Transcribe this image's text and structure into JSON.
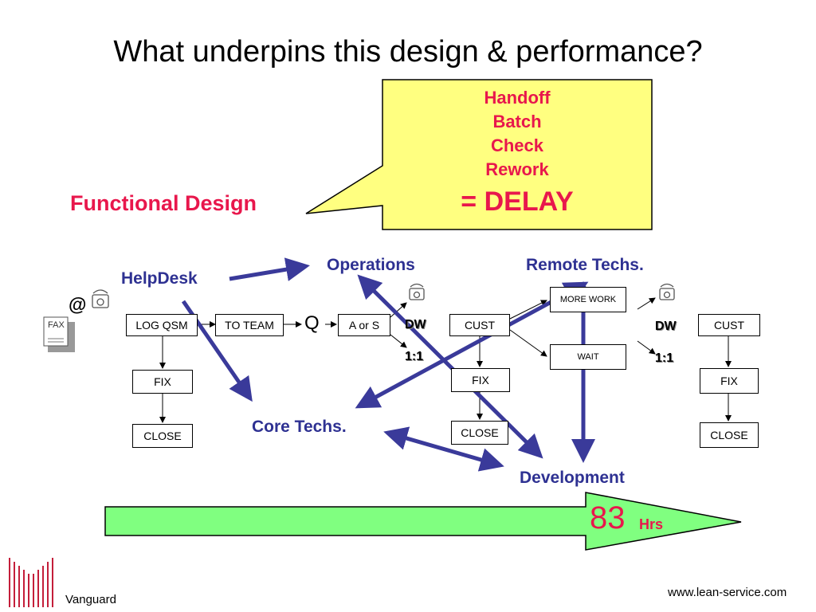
{
  "title": "What underpins this design & performance?",
  "callout": {
    "lines": [
      "Handoff",
      "Batch",
      "Check",
      "Rework"
    ],
    "result": "= DELAY",
    "fill": "#ffff80"
  },
  "functional_design_label": "Functional Design",
  "teams": {
    "helpdesk": "HelpDesk",
    "operations": "Operations",
    "remote_techs": "Remote Techs.",
    "core_techs": "Core Techs.",
    "development": "Development"
  },
  "flow1": {
    "log": "LOG QSM",
    "team": "TO TEAM",
    "queue": "Q",
    "assign": "A or S",
    "fix": "FIX",
    "close": "CLOSE"
  },
  "flow2": {
    "cust": "CUST",
    "fix": "FIX",
    "close": "CLOSE",
    "more_work": "MORE WORK",
    "wait": "WAIT"
  },
  "flow3": {
    "cust": "CUST",
    "fix": "FIX",
    "close": "CLOSE"
  },
  "markers": {
    "dw": "DW",
    "one_to_one": "1:1",
    "at_sign": "@",
    "fax_label": "FAX"
  },
  "timeline": {
    "value": "83",
    "unit": "Hrs",
    "fill": "#80ff80"
  },
  "footer": {
    "brand": "Vanguard",
    "url": "www.lean-service.com"
  },
  "colors": {
    "accent_red": "#e8174c",
    "arrow_blue": "#3a3a9a",
    "team_blue": "#2e3192"
  },
  "icons": [
    "telephone-icon",
    "fax-icon",
    "vanguard-logo"
  ]
}
